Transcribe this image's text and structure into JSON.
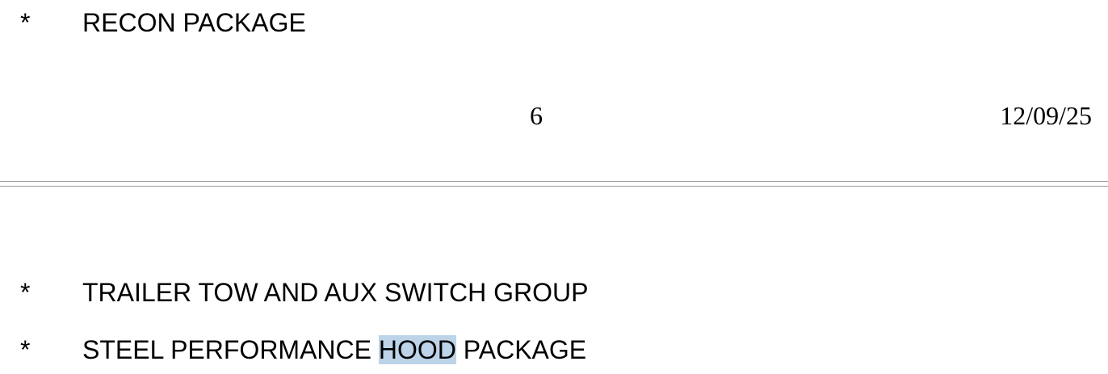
{
  "colors": {
    "text": "#000000",
    "highlight": "#bcd3e8",
    "page_break": "#9a9a9a"
  },
  "page_top": {
    "items": [
      {
        "bullet": "*",
        "text": "RECON PACKAGE"
      }
    ],
    "footer": {
      "page_number": "6",
      "date": "12/09/25"
    }
  },
  "page_bottom": {
    "items": [
      {
        "bullet": "*",
        "text": "TRAILER TOW AND AUX SWITCH GROUP"
      },
      {
        "bullet": "*",
        "text_before": "STEEL PERFORMANCE ",
        "highlight": "HOOD",
        "text_after": " PACKAGE"
      }
    ]
  }
}
